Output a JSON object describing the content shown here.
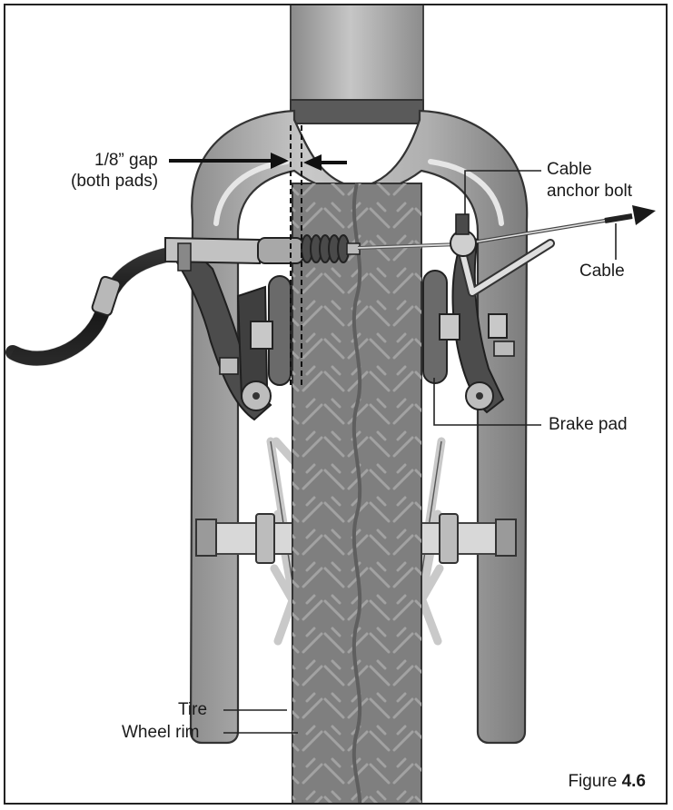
{
  "labels": {
    "gap_line1": "1/8” gap",
    "gap_line2": "(both pads)",
    "cable_anchor_line1": "Cable",
    "cable_anchor_line2": "anchor bolt",
    "cable": "Cable",
    "brake_pad": "Brake pad",
    "tire": "Tire",
    "wheel_rim": "Wheel rim"
  },
  "caption": {
    "prefix": "Figure",
    "number": "4.6"
  },
  "colors": {
    "tire": "#7d7d7d",
    "fork": "#a9a9a9",
    "fork_dark": "#6f6f6f",
    "arm": "#4a4a4a",
    "housing": "#1e1e1e",
    "spoke": "#d8d8d8"
  },
  "icons": [
    "arrow-head-icon"
  ]
}
